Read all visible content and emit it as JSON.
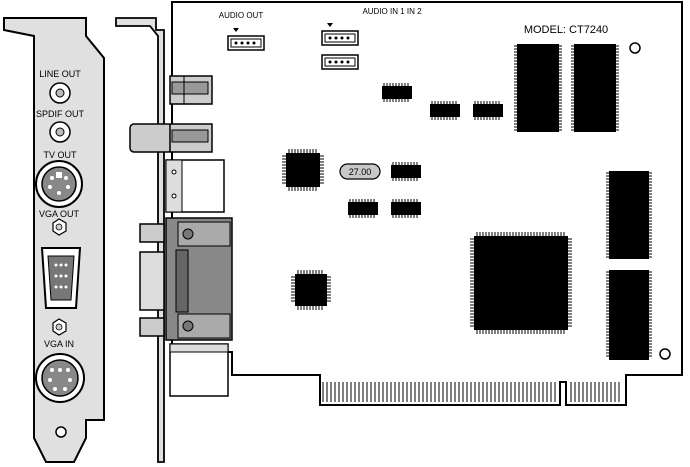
{
  "bracket": {
    "line_out": "LINE  OUT",
    "spdif_out": "SPDIF OUT",
    "tv_out": "TV   OUT",
    "vga_out": "VGA OUT",
    "vga_in": "VGA IN"
  },
  "board": {
    "audio_out": "AUDIO OUT",
    "audio_in": "AUDIO  IN 1    IN 2",
    "model": "MODEL: CT7240",
    "crystal": "27.00"
  }
}
